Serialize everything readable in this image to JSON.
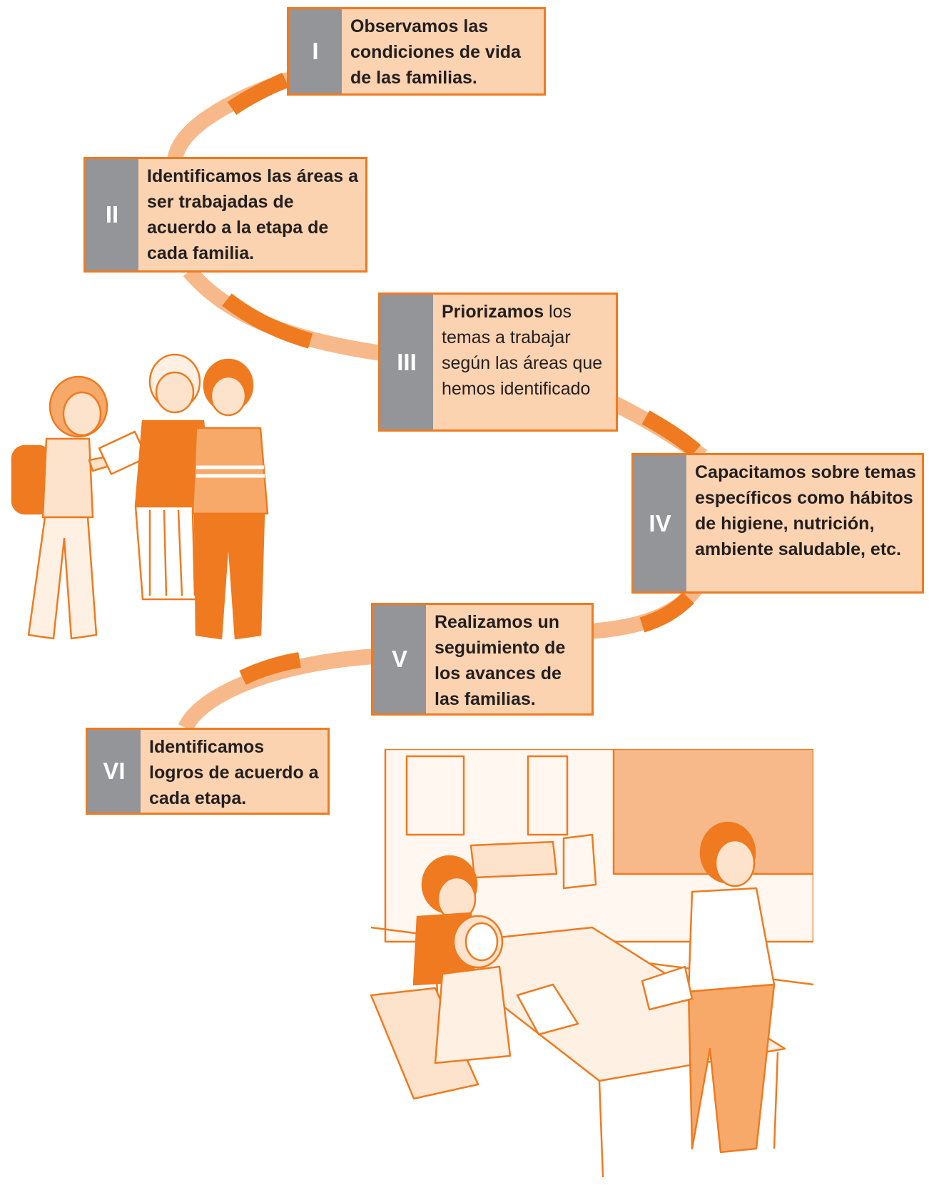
{
  "colors": {
    "accent": "#f07a1f",
    "box_fill": "#fcd3b0",
    "number_fill": "#939598",
    "path_light": "#f8b98a",
    "path_dark": "#f07a1f"
  },
  "steps": [
    {
      "number": "I",
      "bold": "Observamos las condiciones de vida de las familias.",
      "normal": ""
    },
    {
      "number": "II",
      "bold": "Identificamos las áreas a ser trabajadas de acuerdo a la etapa de cada familia.",
      "normal": ""
    },
    {
      "number": "III",
      "bold": "Priorizamos",
      "normal": "  los temas a trabajar según las áreas que hemos identificado"
    },
    {
      "number": "IV",
      "bold": "Capacitamos sobre temas específicos como hábitos de higiene, nutrición, ambiente saludable, etc.",
      "normal": ""
    },
    {
      "number": "V",
      "bold": "Realizamos un seguimiento de los avances de las familias.",
      "normal": ""
    },
    {
      "number": "VI",
      "bold": "Identificamos logros de acuerdo a cada etapa.",
      "normal": ""
    }
  ],
  "illustrations": [
    {
      "name": "family-visit-illustration"
    },
    {
      "name": "classroom-illustration"
    }
  ]
}
